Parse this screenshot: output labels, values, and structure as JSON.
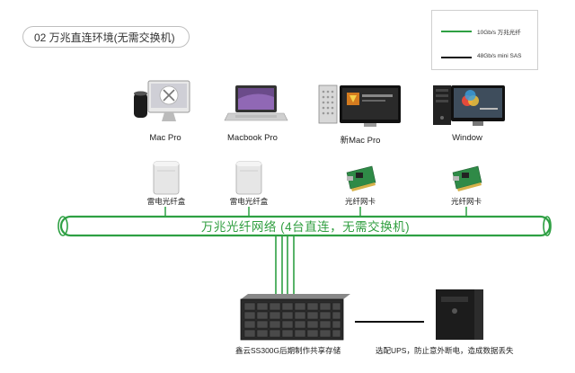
{
  "title": "02 万兆直连环境(无需交换机)",
  "legend": [
    {
      "label": "10Gb/s 万兆光纤",
      "color": "#2ea043"
    },
    {
      "label": "48Gb/s mini SAS",
      "color": "#111111"
    }
  ],
  "clients": [
    {
      "name": "Mac Pro",
      "adapter": "雷电光纤盒"
    },
    {
      "name": "Macbook Pro",
      "adapter": "雷电光纤盒"
    },
    {
      "name": "新Mac Pro",
      "adapter": "光纤网卡"
    },
    {
      "name": "Window",
      "adapter": "光纤网卡"
    }
  ],
  "network_label": "万兆光纤网络 (4台直连，无需交换机)",
  "storage_label": "鑫云SS300G后期制作共享存储",
  "ups_label": "选配UPS，防止意外断电，造成数据丢失",
  "colors": {
    "fiber": "#2ea043",
    "sas": "#111111"
  }
}
